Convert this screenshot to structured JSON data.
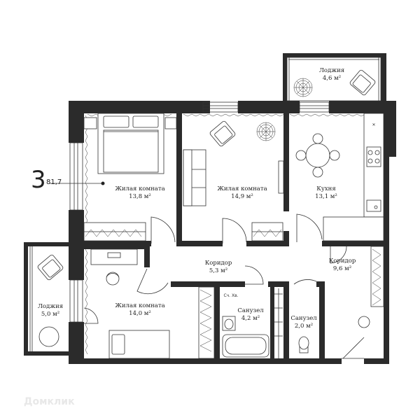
{
  "plan": {
    "room_count": "3",
    "total_area": "81,7"
  },
  "rooms": [
    {
      "name": "Лоджия",
      "area": "4,6 м²"
    },
    {
      "name": "Жилая комната",
      "area": "13,8 м²"
    },
    {
      "name": "Жилая комната",
      "area": "14,9 м²"
    },
    {
      "name": "Кухня",
      "area": "13,1 м²"
    },
    {
      "name": "Коридор",
      "area": "5,3 м²"
    },
    {
      "name": "Коридор",
      "area": "9,6 м²"
    },
    {
      "name": "Лоджия",
      "area": "5,0 м²"
    },
    {
      "name": "Жилая комната",
      "area": "14,0 м²"
    },
    {
      "name": "Санузел",
      "area": "4,2 м²"
    },
    {
      "name": "Санузел",
      "area": "2,0 м²"
    }
  ],
  "meter_label": "Сч. Хв.",
  "watermark": "Домклик",
  "colors": {
    "wall": "#2b2b2b",
    "line": "#333333",
    "text": "#222222",
    "watermark": "#e8e8e8"
  }
}
